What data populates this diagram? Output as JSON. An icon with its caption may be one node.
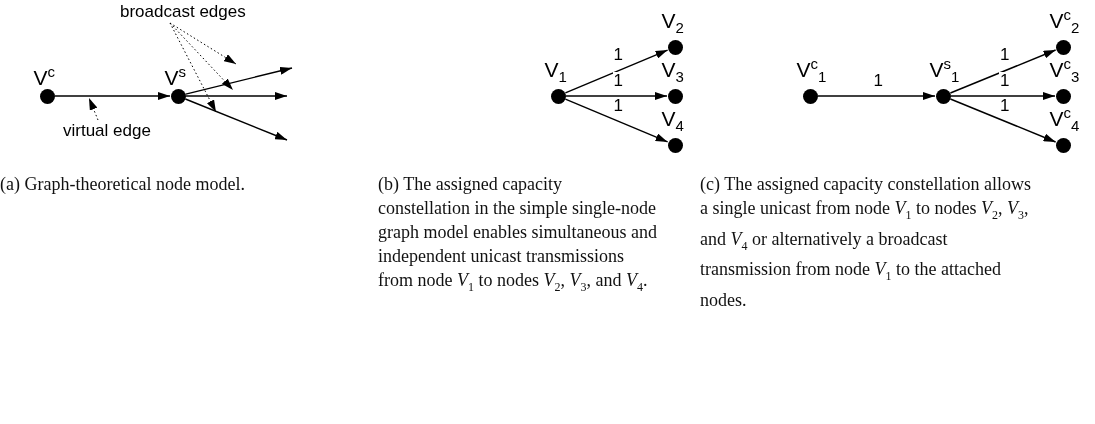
{
  "diagram": {
    "nodes": [
      {
        "text": [
          "V$^{c}$"
        ]
      },
      {
        "text": [
          "V$^{s}$"
        ]
      },
      {
        "text": [
          "broadcast edges"
        ]
      },
      {
        "text": [
          "virtual edge"
        ]
      },
      {
        "text": [
          "V$_{1}$"
        ]
      },
      {
        "text": [
          "V$_{2}$"
        ]
      },
      {
        "text": [
          "V$_{3}$"
        ]
      },
      {
        "text": [
          "V$_{4}$"
        ]
      },
      {
        "text": [
          "V$^{c}$$_{1}$"
        ]
      },
      {
        "text": [
          "V$^{s}$$_{1}$"
        ]
      },
      {
        "text": [
          "V$^{c}$$_{2}$"
        ]
      },
      {
        "text": [
          "V$^{c}$$_{3}$"
        ]
      },
      {
        "text": [
          "V$^{c}$$_{4}$"
        ]
      }
    ],
    "edges": [
      {
        "from": 0,
        "to": 1,
        "arrow": "to"
      },
      {
        "from": 1,
        "to": null,
        "arrow": "to"
      },
      {
        "from": 1,
        "to": null,
        "arrow": "to"
      },
      {
        "from": 1,
        "to": null,
        "arrow": "to"
      },
      {
        "from": 2,
        "to": null,
        "arrow": "to",
        "style": "dashed"
      },
      {
        "from": 2,
        "to": null,
        "arrow": "to",
        "style": "dashed"
      },
      {
        "from": 2,
        "to": null,
        "arrow": "to",
        "style": "dashed"
      },
      {
        "from": 3,
        "to": null,
        "arrow": "to",
        "style": "dashed"
      },
      {
        "from": 4,
        "to": 5,
        "arrow": "to",
        "label": "1"
      },
      {
        "from": 4,
        "to": 6,
        "arrow": "to",
        "label": "1"
      },
      {
        "from": 4,
        "to": 7,
        "arrow": "to",
        "label": "1"
      },
      {
        "from": 8,
        "to": 9,
        "arrow": "to",
        "label": "1"
      },
      {
        "from": 9,
        "to": 10,
        "arrow": "to",
        "label": "1"
      },
      {
        "from": 9,
        "to": 11,
        "arrow": "to",
        "label": "1"
      },
      {
        "from": 9,
        "to": 12,
        "arrow": "to",
        "label": "1"
      }
    ],
    "labels": [
      "(a) Graph-theoretical node model.",
      "(b) The assigned capacity constellation in the simple single-node graph model enables simultaneous and independent unicast transmissions from node *V*$_{1}$ to nodes *V*$_{2}$, *V*$_{3}$, and *V*$_{4}$.",
      "(c) The assigned capacity constellation allows a single unicast from node *V*$_{1}$ to nodes *V*$_{2}$, *V*$_{3}$, and *V*$_{4}$ or alternatively a broadcast transmission from node *V*$_{1}$ to the attached nodes."
    ]
  }
}
